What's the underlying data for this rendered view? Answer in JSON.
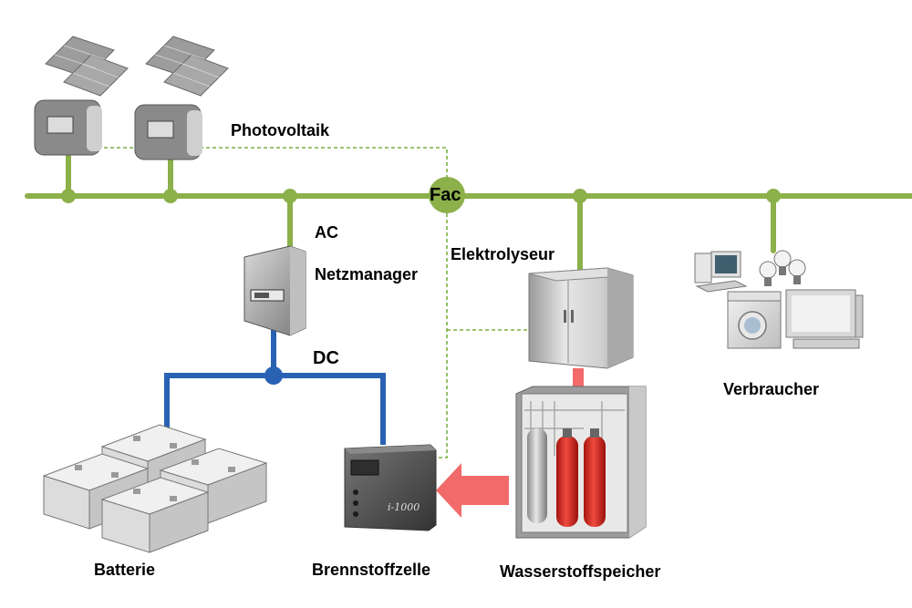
{
  "labels": {
    "photovoltaik": "Photovoltaik",
    "fac": "Fac",
    "ac": "AC",
    "netzmanager": "Netzmanager",
    "dc": "DC",
    "elektrolyseur": "Elektrolyseur",
    "verbraucher": "Verbraucher",
    "batterie": "Batterie",
    "brennstoffzelle": "Brennstoffzelle",
    "wasserstoffspeicher": "Wasserstoffspeicher",
    "fuelcell_model": "i-1000"
  },
  "colors": {
    "ac_bus": "#8cb04a",
    "dc_bus": "#2a62b3",
    "control_line": "#7ab040",
    "hydrogen_flow": "#f26a6a",
    "device_grey": "#b8b8b8",
    "inverter_dark": "#8a8a8a",
    "fuelcell_dark": "#5c5c5c",
    "gas_cylinder": "#e4322b"
  }
}
